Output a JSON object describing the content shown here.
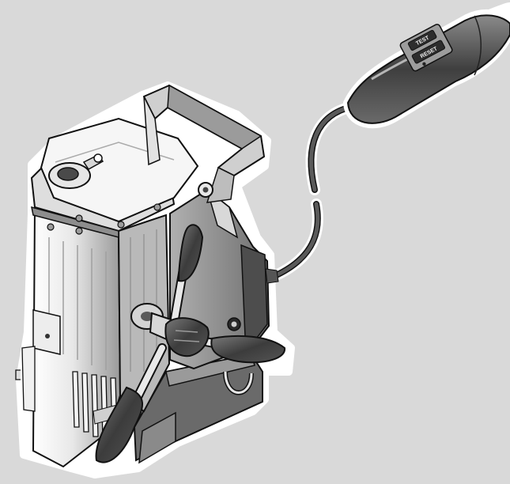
{
  "illustration": {
    "subject": "magnetic-core-drill",
    "colors": {
      "background": "#d9d9d9",
      "outline": "#111111",
      "body_light": "#f3f3f3",
      "body_mid": "#c9c9c9",
      "body_dark": "#4a4a4a",
      "halo": "#ffffff"
    }
  },
  "switch_box": {
    "top_button_label": "TEST",
    "bottom_button_label": "RESET"
  }
}
